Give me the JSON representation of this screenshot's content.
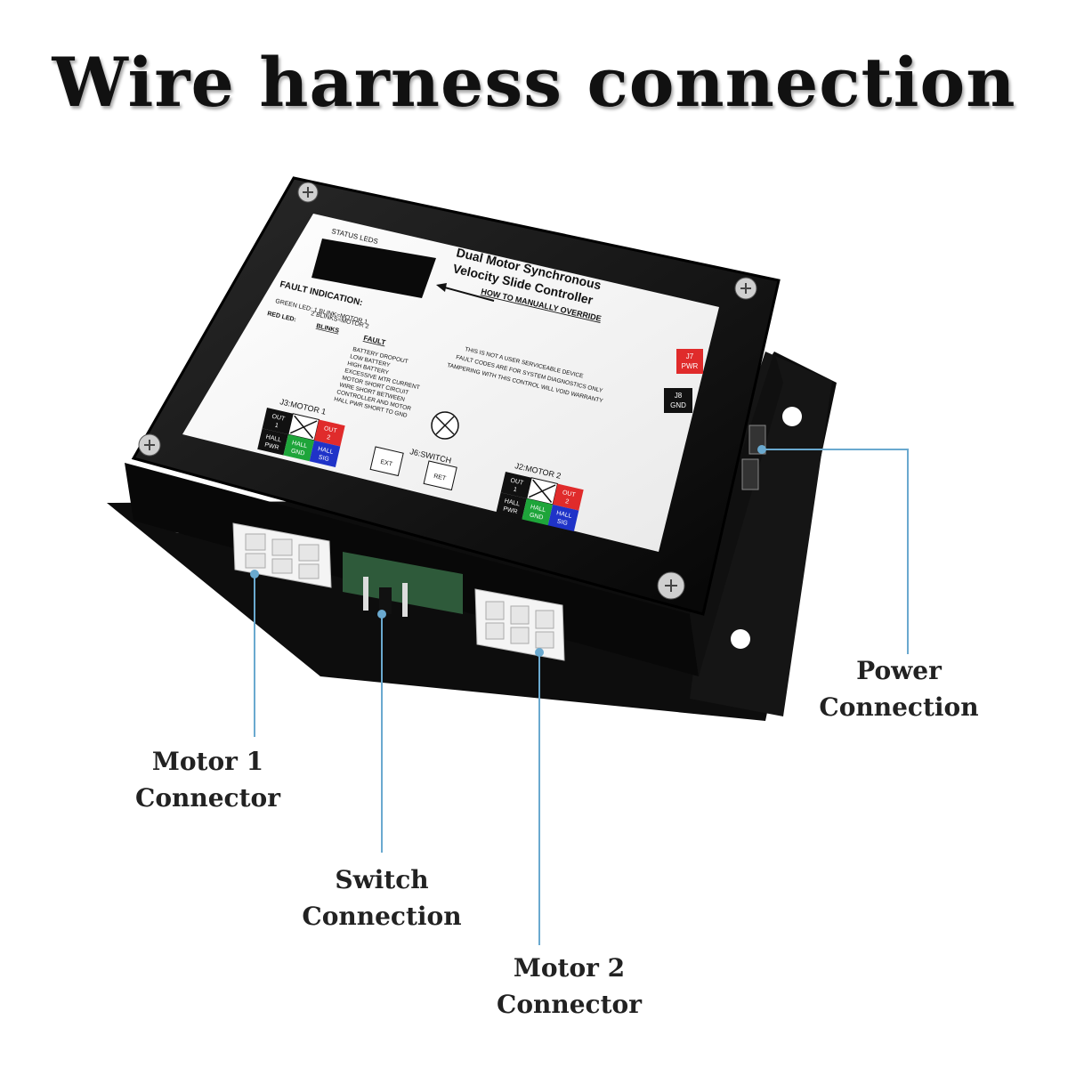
{
  "title": "Wire harness connection",
  "callouts": {
    "power": {
      "line1": "Power",
      "line2": "Connection"
    },
    "motor1": {
      "line1": "Motor 1",
      "line2": "Connector"
    },
    "switch": {
      "line1": "Switch",
      "line2": "Connection"
    },
    "motor2": {
      "line1": "Motor 2",
      "line2": "Connector"
    }
  },
  "label_panel": {
    "product_title_1": "Dual Motor Synchronous",
    "product_title_2": "Velocity Slide Controller",
    "override_heading": "HOW TO MANUALLY OVERRIDE",
    "status_leds": "STATUS LEDS",
    "fault_indication": "FAULT INDICATION:",
    "green_led": "GREEN LED: 1 BLINK=MOTOR 1",
    "green_led_2": "2 BLINKS=MOTOR 2",
    "red_led": "RED LED:",
    "blinks": "BLINKS",
    "fault": "FAULT",
    "fault_list": [
      "BATTERY DROPOUT",
      "LOW BATTERY",
      "HIGH BATTERY",
      "EXCESSIVE MTR CURRENT",
      "MOTOR SHORT CIRCUIT",
      "WIRE SHORT BETWEEN",
      "CONTROLLER AND MOTOR",
      "HALL PWR SHORT TO GND"
    ],
    "service_note_1": "THIS IS NOT A USER SERVICEABLE DEVICE",
    "service_note_2": "FAULT CODES ARE FOR SYSTEM DIAGNOSTICS ONLY",
    "service_note_3": "TAMPERING WITH THIS CONTROL WILL VOID WARRANTY",
    "j7": "J7",
    "j7_sub": "PWR",
    "j8": "J8",
    "j8_sub": "GND",
    "j3": "J3:MOTOR 1",
    "j2": "J2:MOTOR 2",
    "j6": "J6:SWITCH",
    "ext": "EXT",
    "ret": "RET",
    "out1": "OUT",
    "out1_n": "1",
    "out2": "OUT",
    "out2_n": "2",
    "hall": "HALL",
    "pwr": "PWR",
    "gnd": "GND",
    "sig": "SIG"
  },
  "colors": {
    "leader_line": "#6aa9cf",
    "pin_red": "#e02b2b",
    "pin_green": "#1ea53a",
    "pin_blue": "#1f33c8",
    "pin_black": "#111111"
  }
}
